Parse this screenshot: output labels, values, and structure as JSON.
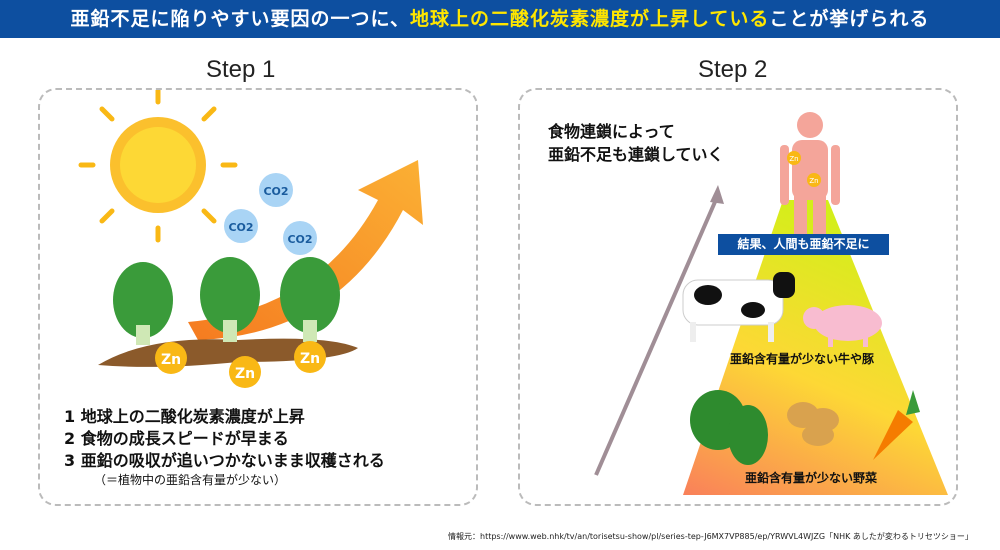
{
  "header": {
    "text_before": "亜鉛不足に陥りやすい要因の一つに、",
    "text_highlight": "地球上の二酸化炭素濃度が上昇している",
    "text_after": "ことが挙げられる",
    "colors": {
      "bar": "#0d4fa0",
      "highlight": "#ffe600"
    }
  },
  "step1": {
    "title": "Step 1",
    "co2": "CO2",
    "zn": "Zn",
    "items": [
      "1  地球上の二酸化炭素濃度が上昇",
      "2  食物の成長スピードが早まる",
      "3  亜鉛の吸収が追いつかないまま収穫される"
    ],
    "note": "（＝植物中の亜鉛含有量が少ない）"
  },
  "step2": {
    "title": "Step 2",
    "chain_line1": "食物連鎖によって",
    "chain_line2": "亜鉛不足も連鎖していく",
    "result": "結果、人間も亜鉛不足に",
    "animals_label": "亜鉛含有量が少ない牛や豚",
    "vegetables_label": "亜鉛含有量が少ない野菜",
    "zn": "Zn"
  },
  "source": "情報元：https://www.web.nhk/tv/an/torisetsu-show/pl/series-tep-J6MX7VP885/ep/YRWVL4WJZG「NHK あしたが変わるトリセツショー」"
}
